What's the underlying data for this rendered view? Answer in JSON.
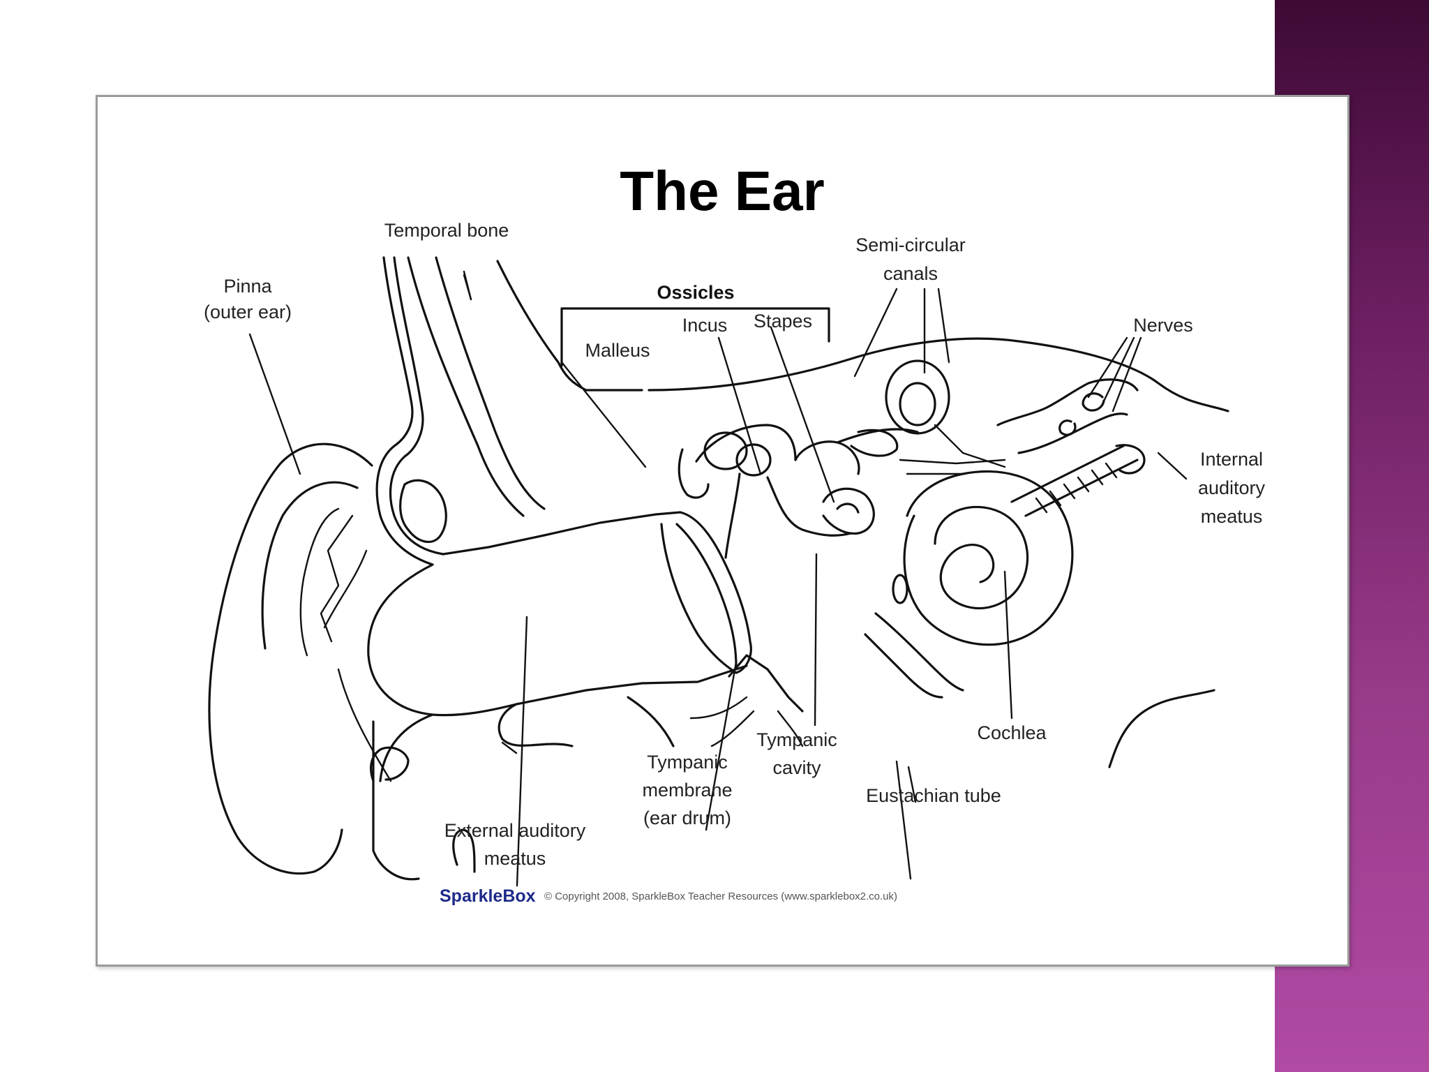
{
  "diagram": {
    "title": "The Ear",
    "labels": {
      "temporal_bone": "Temporal bone",
      "pinna_line1": "Pinna",
      "pinna_line2": "(outer ear)",
      "ossicles": "Ossicles",
      "incus": "Incus",
      "stapes": "Stapes",
      "malleus": "Malleus",
      "semicircular_line1": "Semi-circular",
      "semicircular_line2": "canals",
      "nerves": "Nerves",
      "internal_line1": "Internal",
      "internal_line2": "auditory",
      "internal_line3": "meatus",
      "cochlea": "Cochlea",
      "tympanic_cavity_line1": "Tympanic",
      "tympanic_cavity_line2": "cavity",
      "eustachian": "Eustachian tube",
      "tympanic_membrane_line1": "Tympanic",
      "tympanic_membrane_line2": "membrane",
      "tympanic_membrane_line3": "(ear drum)",
      "external_line1": "External auditory",
      "external_line2": "meatus"
    },
    "footer": {
      "brand": "SparkleBox",
      "copyright": "© Copyright 2008, SparkleBox Teacher Resources (www.sparklebox2.co.uk)"
    }
  }
}
